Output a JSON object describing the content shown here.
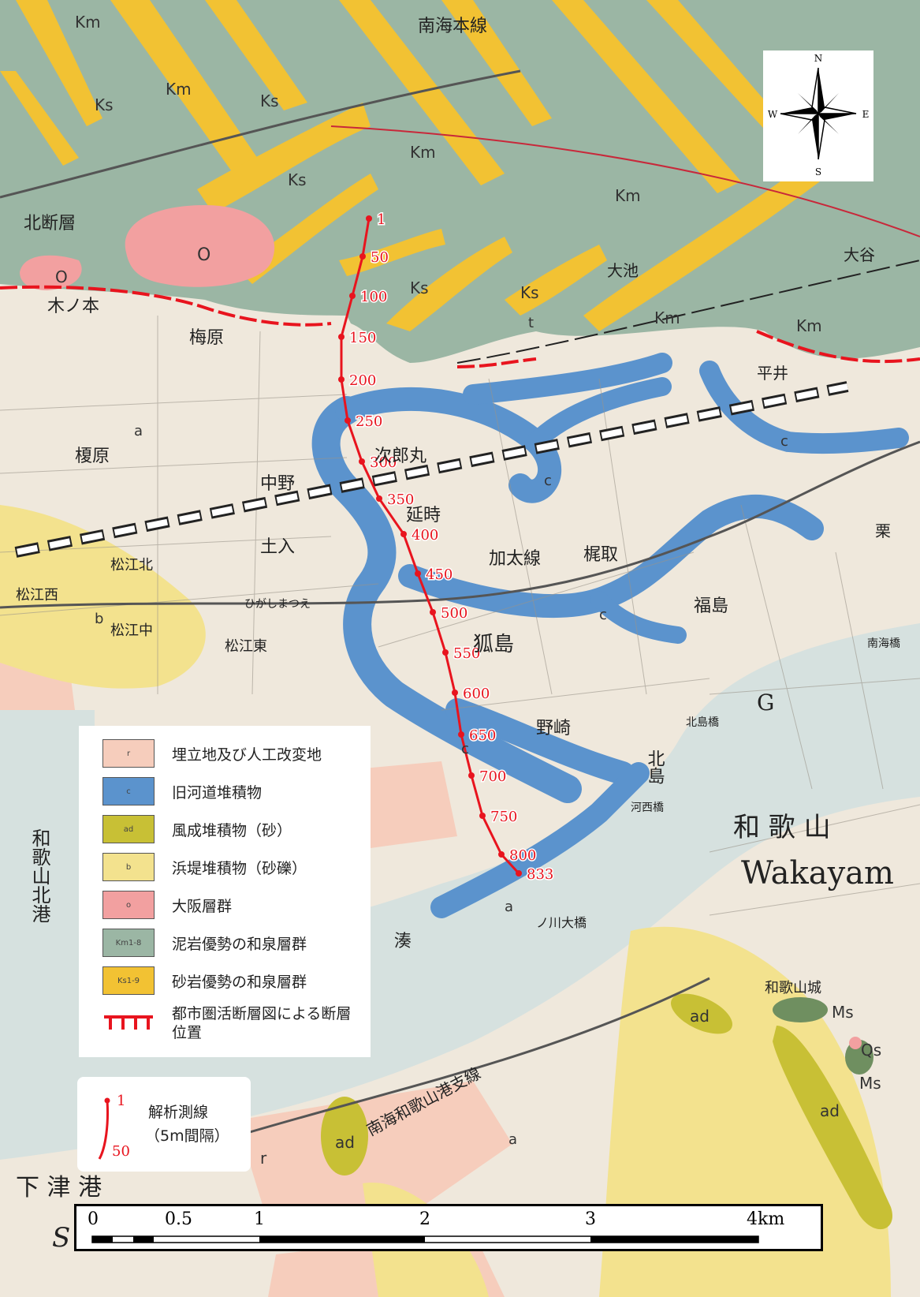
{
  "map": {
    "place_labels": {
      "nankai_line": "南海本線",
      "hokudan_fault": "北断層",
      "kinomoto": "木ノ本",
      "umehara": "梅原",
      "enokihara": "榎原",
      "nakano": "中野",
      "jiromaru": "次郎丸",
      "nobutoki": "延時",
      "tsuchiiri": "土入",
      "matsue_kita": "松江北",
      "matsue_nishi": "松江西",
      "matsue_naka": "松江中",
      "matsue_higashi": "松江東",
      "kada_line": "加太線",
      "kajitori": "梶取",
      "fukushima": "福島",
      "urijima": "狐島",
      "nozaki": "野崎",
      "kitajima": "北島",
      "minato": "湊",
      "minato_ohashi": "ノ川大橋",
      "kawanishi_bashi": "河西橋",
      "kitajima_bashi": "北島橋",
      "nankai_bashi": "南海橋",
      "wakayama_kita_ko": "和歌山北港",
      "wakayama_jp": "和 歌 山",
      "wakayama_en": "Wakayam",
      "wakayama_castle": "和歌山城",
      "shimotsu_ko": "下 津 港",
      "nankai_wakayama_ko_line": "南海和歌山港支線",
      "hirai": "平井",
      "oike": "大池",
      "oiwa": "大谷",
      "kyuu": "栗",
      "higashi": "ひがしまつえ",
      "S_label": "S",
      "G_label": "G"
    },
    "unit_labels": {
      "Km": "Km",
      "Ks": "Ks",
      "O": "O",
      "a": "a",
      "b": "b",
      "c": "c",
      "ad": "ad",
      "Ms": "Ms",
      "Qs": "Qs",
      "r": "r",
      "t": "t"
    },
    "colors": {
      "mudstone_green": "#9bb6a4",
      "sandstone_yellow": "#f2c233",
      "osaka_pink": "#f2a0a0",
      "old_channel_blue": "#5b93cd",
      "beach_yellow": "#f3e28e",
      "aeolian_olive": "#c8c035",
      "reclaimed_pink": "#f6cdbc",
      "base_cream": "#efe8dc",
      "water_gray": "#d8e2e0",
      "survey_red": "#e8141e",
      "fault_red": "#e8141e"
    }
  },
  "survey_line": {
    "station_labels": [
      "1",
      "50",
      "100",
      "150",
      "200",
      "250",
      "300",
      "350",
      "400",
      "450",
      "500",
      "550",
      "600",
      "650",
      "700",
      "750",
      "800",
      "833"
    ]
  },
  "compass": {
    "N": "N",
    "S": "S",
    "E": "E",
    "W": "W",
    "icon": "compass-rose-icon"
  },
  "legend": {
    "items": [
      {
        "code": "r",
        "label": "埋立地及び人工改変地",
        "color": "#f6cdbc"
      },
      {
        "code": "c",
        "label": "旧河道堆積物",
        "color": "#5b93cd"
      },
      {
        "code": "ad",
        "label": "風成堆積物（砂）",
        "color": "#c8c035"
      },
      {
        "code": "b",
        "label": "浜堤堆積物（砂礫）",
        "color": "#f3e28e"
      },
      {
        "code": "o",
        "label": "大阪層群",
        "color": "#f2a0a0"
      },
      {
        "code": "Km1-8",
        "label": "泥岩優勢の和泉層群",
        "color": "#9bb6a4"
      },
      {
        "code": "Ks1-9",
        "label": "砂岩優勢の和泉層群",
        "color": "#f2c233"
      }
    ],
    "fault_label": "都市圏活断層図による断層位置"
  },
  "survey_key": {
    "start": "1",
    "end": "50",
    "label_line1": "解析測線",
    "label_line2": "（5m間隔）"
  },
  "scale_bar": {
    "labels": [
      "0",
      "0.5",
      "1",
      "2",
      "3",
      "4km"
    ]
  }
}
